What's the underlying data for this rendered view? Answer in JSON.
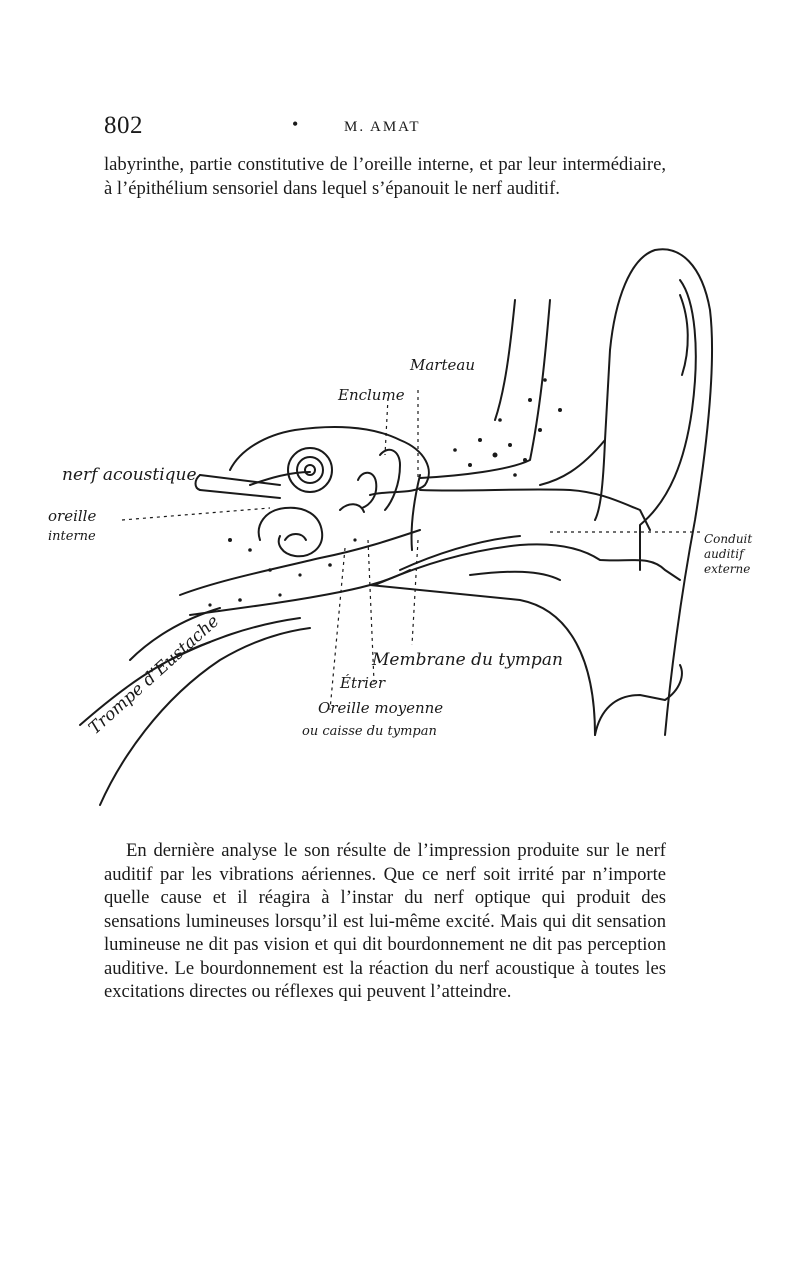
{
  "header": {
    "page_number": "802",
    "dot": "•",
    "author": "M. AMAT"
  },
  "paragraph_top": "labyrinthe, partie constitutive de l’oreille interne, et par leur intermédiaire, à l’épithélium sensoriel dans lequel s’épanouit le nerf auditif.",
  "figure": {
    "labels": {
      "marteau": "Marteau",
      "enclume": "Enclume",
      "nerf_acoustique": "nerf acoustique",
      "oreille_interne_1": "oreille",
      "oreille_interne_2": "interne",
      "conduit_1": "Conduit",
      "conduit_2": "auditif",
      "conduit_3": "externe",
      "trompe": "Trompe d’Eustache",
      "membrane": "Membrane du tympan",
      "etrier": "Étrier",
      "oreille_moyenne_1": "Oreille moyenne",
      "oreille_moyenne_2": "ou caisse du tympan"
    }
  },
  "paragraph_bottom": "En dernière analyse le son résulte de l’impression produite sur le nerf auditif par les vibrations aériennes. Que ce nerf soit irrité par n’importe quelle cause et il réagira à l’instar du nerf optique qui produit des sensations lumineuses lorsqu’il est lui-même excité. Mais qui dit sensation lumineuse ne dit pas vision et qui dit bourdonnement ne dit pas perception auditive. Le bourdonnement est la réaction du nerf acoustique à toutes les excitations directes ou réflexes qui peuvent l’atteindre."
}
